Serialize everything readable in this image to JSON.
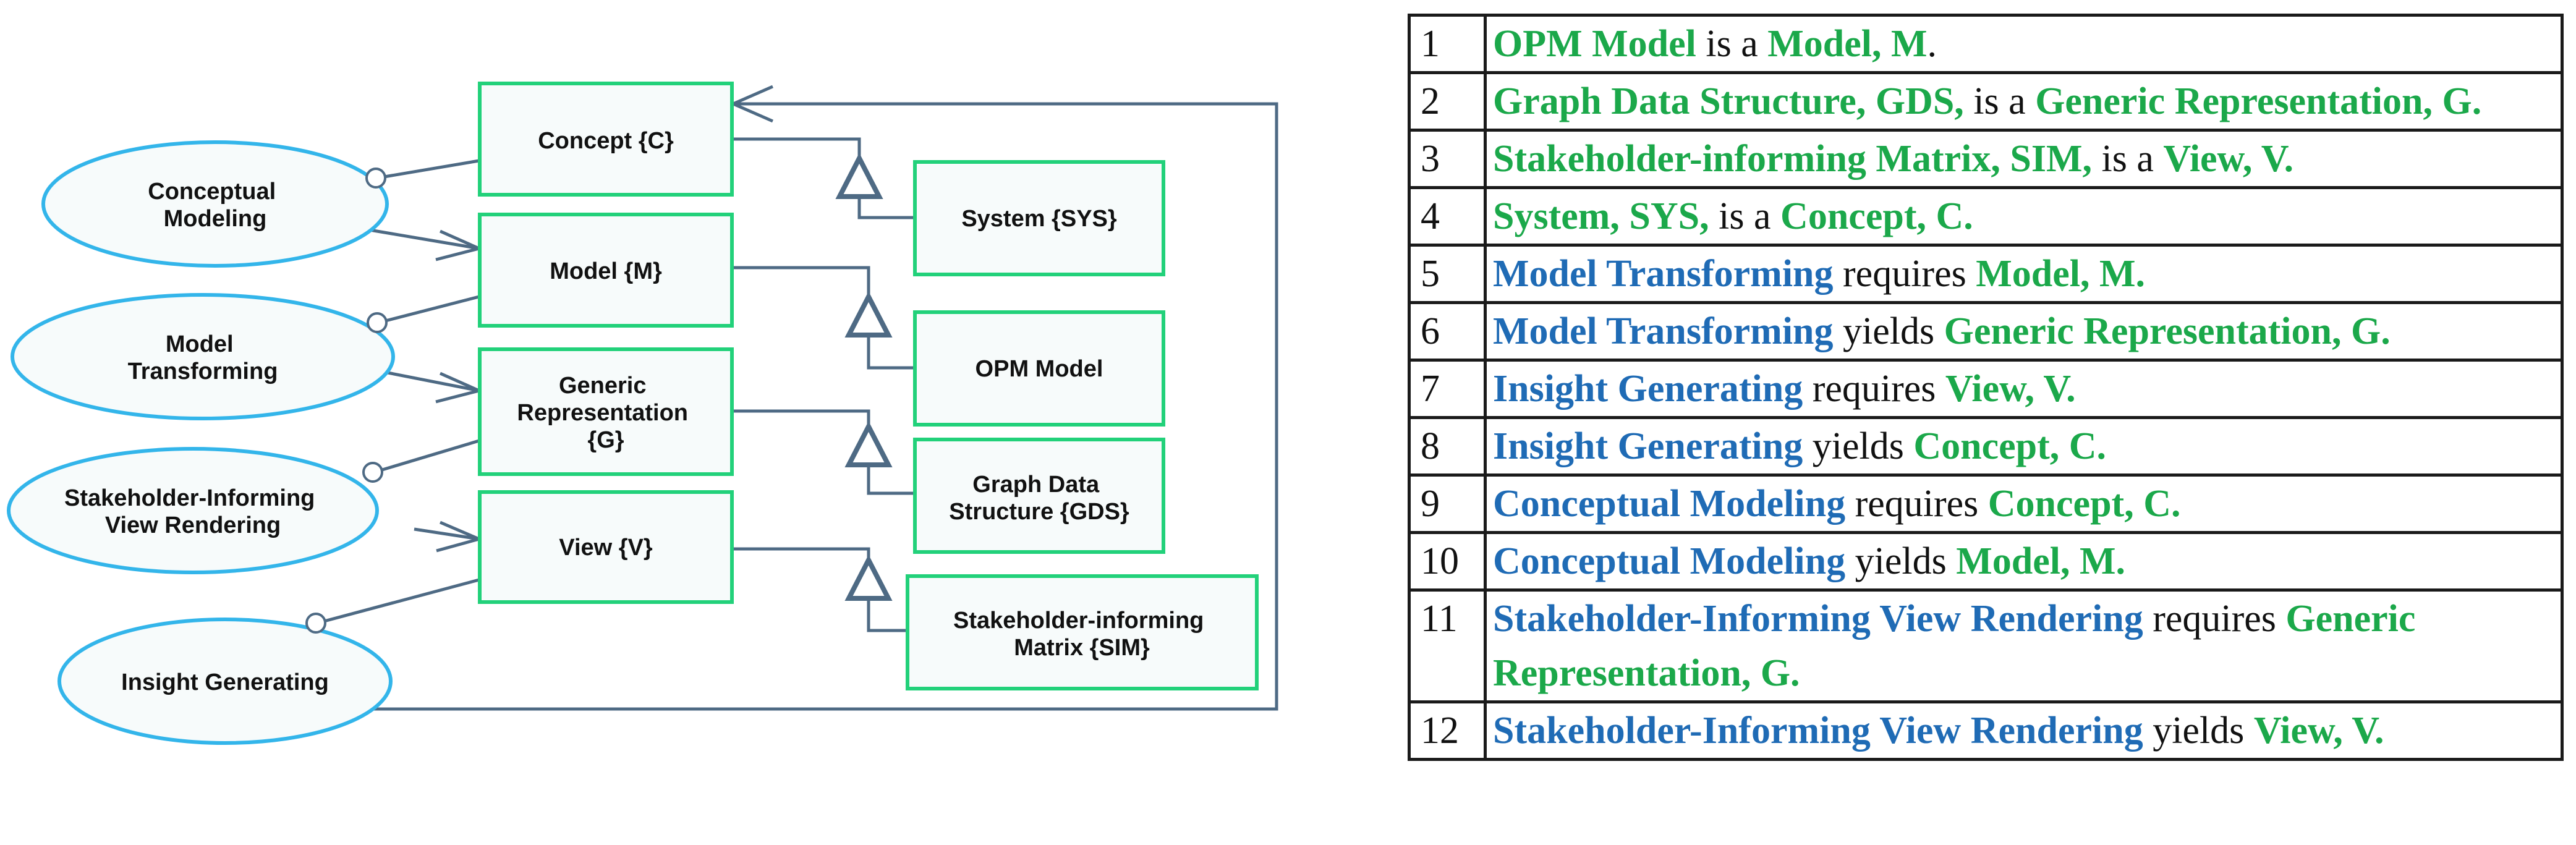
{
  "colors": {
    "object_border": "#22d17a",
    "process_border": "#33b5ea",
    "link": "#4e6a84",
    "object_text": "#1ba84a",
    "process_text": "#1f6bb5"
  },
  "diagram": {
    "objects": {
      "concept": "Concept {C}",
      "model": "Model {M}",
      "generic_rep": [
        "Generic",
        "Representation",
        "{G}"
      ],
      "view": "View {V}",
      "system": "System {SYS}",
      "opm_model": "OPM Model",
      "gds": [
        "Graph Data",
        "Structure {GDS}"
      ],
      "sim": [
        "Stakeholder-informing",
        "Matrix {SIM}"
      ]
    },
    "processes": {
      "conceptual_modeling": [
        "Conceptual",
        "Modeling"
      ],
      "model_transforming": [
        "Model",
        "Transforming"
      ],
      "view_rendering": [
        "Stakeholder-Informing",
        "View Rendering"
      ],
      "insight_generating": [
        "Insight Generating"
      ]
    }
  },
  "opl": [
    {
      "num": "1",
      "parts": [
        [
          "o",
          "OPM Model"
        ],
        [
          "t",
          " is a "
        ],
        [
          "o",
          "Model, M"
        ],
        [
          "t",
          "."
        ]
      ]
    },
    {
      "num": "2",
      "parts": [
        [
          "o",
          "Graph Data Structure, GDS,"
        ],
        [
          "t",
          " is a "
        ],
        [
          "o",
          "Generic Representation, G."
        ]
      ]
    },
    {
      "num": "3",
      "parts": [
        [
          "o",
          "Stakeholder-informing Matrix, SIM,"
        ],
        [
          "t",
          " is a "
        ],
        [
          "o",
          "View, V."
        ]
      ]
    },
    {
      "num": "4",
      "parts": [
        [
          "o",
          "System, SYS,"
        ],
        [
          "t",
          " is a "
        ],
        [
          "o",
          "Concept, C."
        ]
      ]
    },
    {
      "num": "5",
      "parts": [
        [
          "p",
          "Model Transforming"
        ],
        [
          "t",
          " requires "
        ],
        [
          "o",
          "Model, M."
        ]
      ]
    },
    {
      "num": "6",
      "parts": [
        [
          "p",
          "Model Transforming"
        ],
        [
          "t",
          " yields "
        ],
        [
          "o",
          "Generic Representation, G."
        ]
      ]
    },
    {
      "num": "7",
      "parts": [
        [
          "p",
          "Insight Generating"
        ],
        [
          "t",
          " requires "
        ],
        [
          "o",
          "View, V."
        ]
      ]
    },
    {
      "num": "8",
      "parts": [
        [
          "p",
          "Insight Generating"
        ],
        [
          "t",
          " yields "
        ],
        [
          "o",
          "Concept, C."
        ]
      ]
    },
    {
      "num": "9",
      "parts": [
        [
          "p",
          "Conceptual Modeling"
        ],
        [
          "t",
          " requires "
        ],
        [
          "o",
          "Concept, C."
        ]
      ]
    },
    {
      "num": "10",
      "parts": [
        [
          "p",
          "Conceptual Modeling"
        ],
        [
          "t",
          " yields "
        ],
        [
          "o",
          "Model, M."
        ]
      ]
    },
    {
      "num": "11",
      "parts": [
        [
          "p",
          "Stakeholder-Informing View Rendering"
        ],
        [
          "t",
          " requires "
        ],
        [
          "o",
          "Generic Representation, G."
        ]
      ]
    },
    {
      "num": "12",
      "parts": [
        [
          "p",
          "Stakeholder-Informing View Rendering"
        ],
        [
          "t",
          " yields "
        ],
        [
          "o",
          "View, V."
        ]
      ]
    }
  ]
}
